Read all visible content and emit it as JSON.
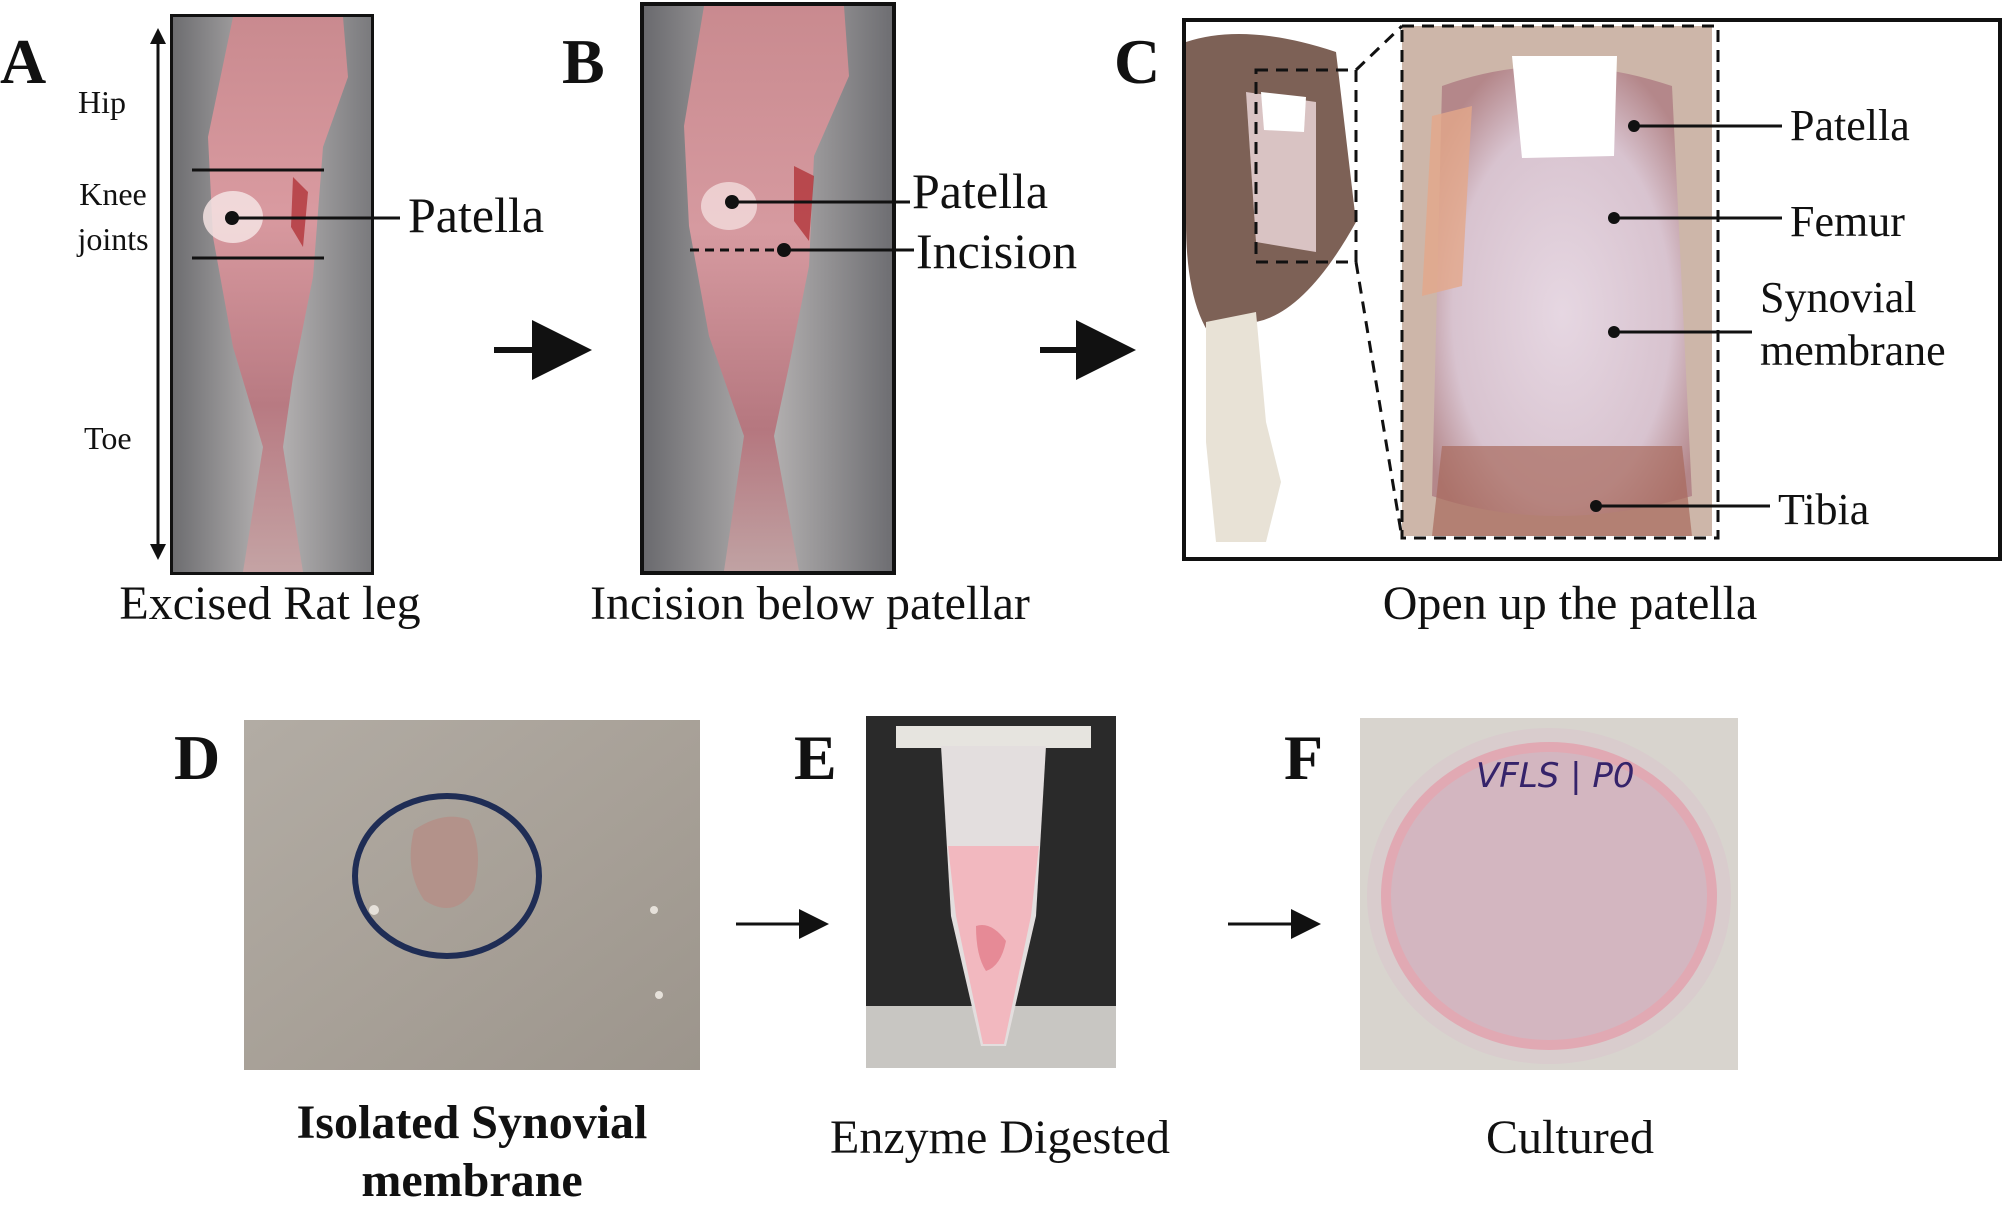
{
  "panels": {
    "a": {
      "letter": "A",
      "caption": "Excised Rat leg",
      "hip_label": "Hip",
      "knee_label": "Knee joints",
      "toe_label": "Toe",
      "callout": "Patella"
    },
    "b": {
      "letter": "B",
      "caption": "Incision below patellar",
      "callout_patella": "Patella",
      "callout_incision": "Incision"
    },
    "c": {
      "letter": "C",
      "caption": "Open up the patella",
      "callouts": [
        "Patella",
        "Femur",
        "Synovial membrane",
        "Tibia"
      ]
    },
    "d": {
      "letter": "D",
      "caption": "Isolated Synovial membrane"
    },
    "e": {
      "letter": "E",
      "caption": "Enzyme Digested"
    },
    "f": {
      "letter": "F",
      "caption": "Cultured",
      "dish_handwriting": "VFLS | P0"
    }
  },
  "colors": {
    "tissue_pink": "#c98a8f",
    "tissue_dark": "#8a4a4f",
    "steel_gray": "#9a9a9a",
    "fur_cream": "#e8e2d6",
    "medium_pink": "#f2b8bf",
    "circle_navy": "#1f2d55"
  }
}
